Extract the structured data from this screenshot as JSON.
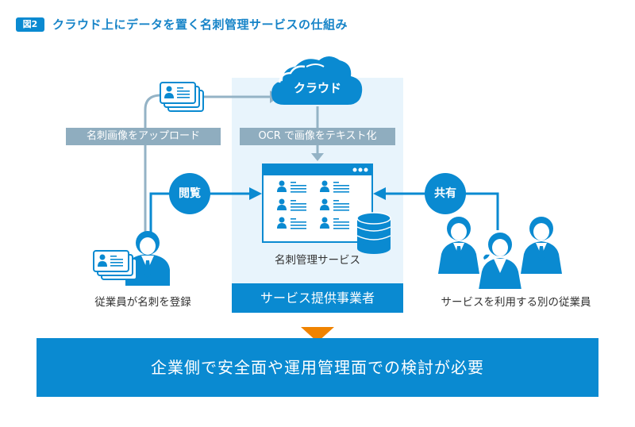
{
  "figure": {
    "badge": "図2",
    "title": "クラウド上にデータを置く名刺管理サービスの仕組み"
  },
  "nodes": {
    "cloud": "クラウド",
    "service": "名刺管理サービス",
    "provider": "サービス提供事業者",
    "left_employee": "従業員が名刺を登録",
    "right_employees": "サービスを利用する別の従業員"
  },
  "flows": {
    "upload": "名刺画像をアップロード",
    "ocr": "OCR で画像をテキスト化",
    "view": "閲覧",
    "share": "共有"
  },
  "conclusion": "企業側で安全面や運用管理面での検討が必要",
  "colors": {
    "primary_blue": "#0a8ad1",
    "title_blue": "#1784c8",
    "panel_light": "#e8f4fc",
    "gray_label": "#8fadbf",
    "connector_gray": "#94b3c6",
    "accent_orange": "#f08300"
  }
}
